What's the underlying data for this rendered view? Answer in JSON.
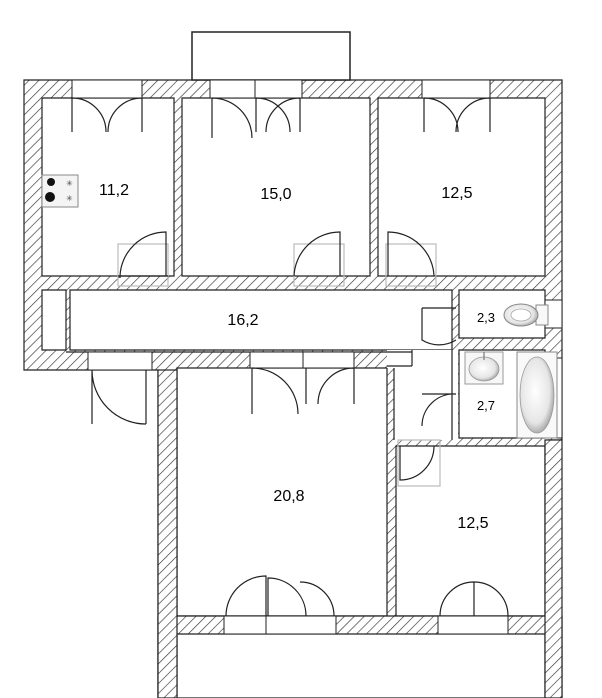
{
  "floor_plan": {
    "rooms": [
      {
        "id": "kitchen",
        "area": "11,2"
      },
      {
        "id": "room-top-middle",
        "area": "15,0"
      },
      {
        "id": "room-top-right",
        "area": "12,5"
      },
      {
        "id": "corridor",
        "area": "16,2"
      },
      {
        "id": "toilet",
        "area": "2,3"
      },
      {
        "id": "bathroom",
        "area": "2,7"
      },
      {
        "id": "room-bottom-left",
        "area": "20,8"
      },
      {
        "id": "room-bottom-right",
        "area": "12,5"
      }
    ]
  }
}
